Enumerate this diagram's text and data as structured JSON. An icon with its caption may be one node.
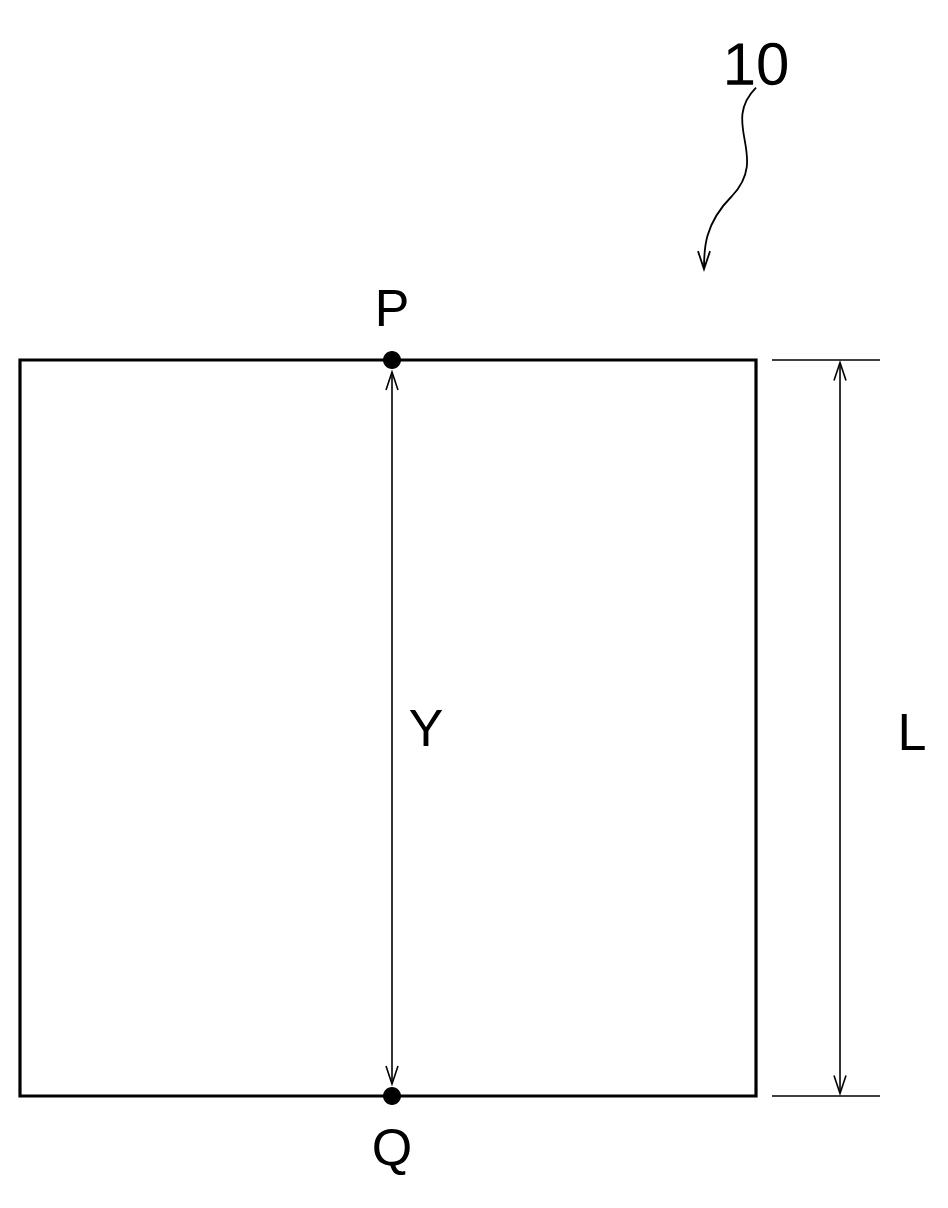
{
  "diagram": {
    "nodes": [
      {
        "text": [],
        "shape": "circle",
        "beside": [
          "P"
        ]
      },
      {
        "text": [],
        "shape": "circle",
        "beside": [
          "Q"
        ]
      },
      {
        "text": [
          "10"
        ]
      }
    ],
    "edges": [
      {
        "from": 0,
        "to": 1,
        "arrow": "both",
        "label": "Y"
      },
      {
        "from": 2,
        "to": null,
        "arrow": "to"
      }
    ],
    "labels": [
      "L"
    ]
  }
}
